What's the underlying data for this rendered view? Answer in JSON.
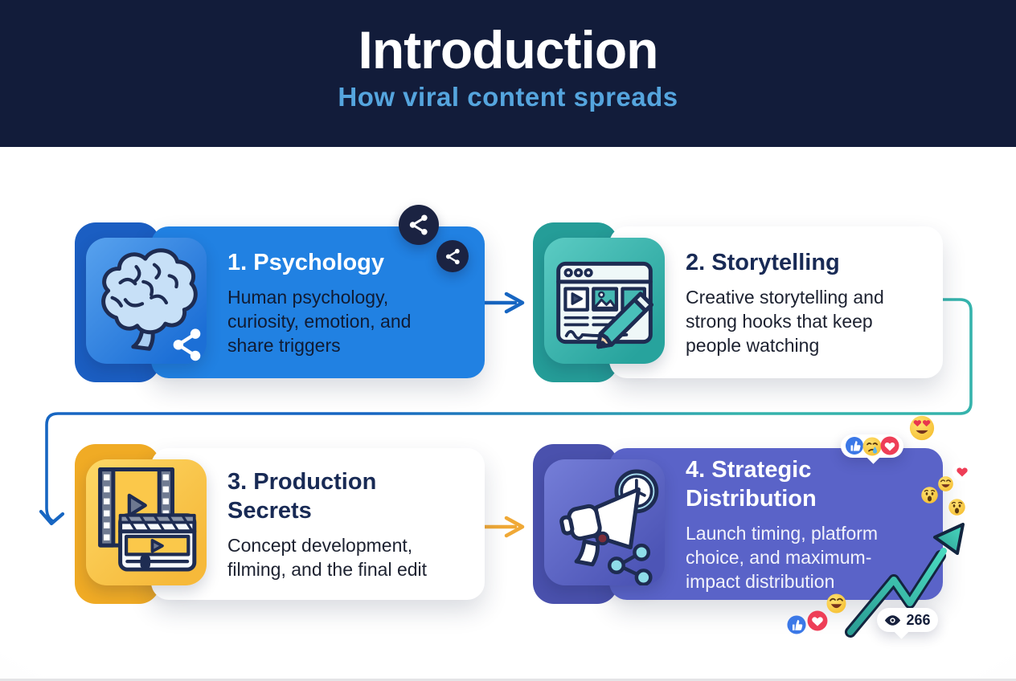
{
  "header": {
    "title": "Introduction",
    "subtitle": "How viral content spreads"
  },
  "steps": [
    {
      "title": "1. Psychology",
      "description": "Human psychology, curiosity, emotion, and share triggers",
      "icon": "brain-icon",
      "card_color": "#2181e2",
      "tile_color": "#1c6fd6"
    },
    {
      "title": "2. Storytelling",
      "description": "Creative storytelling and strong hooks that keep people watching",
      "icon": "webpage-pencil-icon",
      "card_color": "#ffffff",
      "tile_color": "#27a39d"
    },
    {
      "title": "3. Production Secrets",
      "description": "Concept development, filming, and the final edit",
      "icon": "film-clapperboard-icon",
      "card_color": "#ffffff",
      "tile_color": "#f6b93a"
    },
    {
      "title": "4. Strategic Distribution",
      "description": "Launch timing, platform choice, and maximum-impact distribution",
      "icon": "megaphone-clock-icon",
      "card_color": "#5a63c8",
      "tile_color": "#4d55b6"
    }
  ],
  "connectors": {
    "step1_to_step2": "blue-right-arrow",
    "step2_to_step3": "teal-blue-loop-down-arrow",
    "step3_to_step4": "yellow-right-arrow"
  },
  "views_badge": {
    "count": "266",
    "icon": "eye-icon"
  },
  "decorations": {
    "share_badges": [
      "share-icon-large",
      "share-icon-small"
    ],
    "reaction_pill_top": [
      "thumbs-up",
      "sad-tear",
      "heart"
    ],
    "floating_emojis": [
      "heart-eyes",
      "heart",
      "laughing",
      "wow",
      "wow",
      "laughing"
    ],
    "reactions_bottom": [
      "thumbs-up",
      "heart"
    ],
    "growth_arrow": "teal-upward-zigzag-arrow"
  },
  "colors": {
    "header_bg": "#121c3a",
    "subtitle": "#55a5de",
    "navy": "#1b2342",
    "blue": "#2181e2",
    "teal": "#2fb0aa",
    "yellow": "#f6b93a",
    "indigo": "#5a63c8",
    "reaction_blue": "#3b78e7",
    "reaction_red": "#ee3e57",
    "emoji_yellow": "#f8c231"
  }
}
